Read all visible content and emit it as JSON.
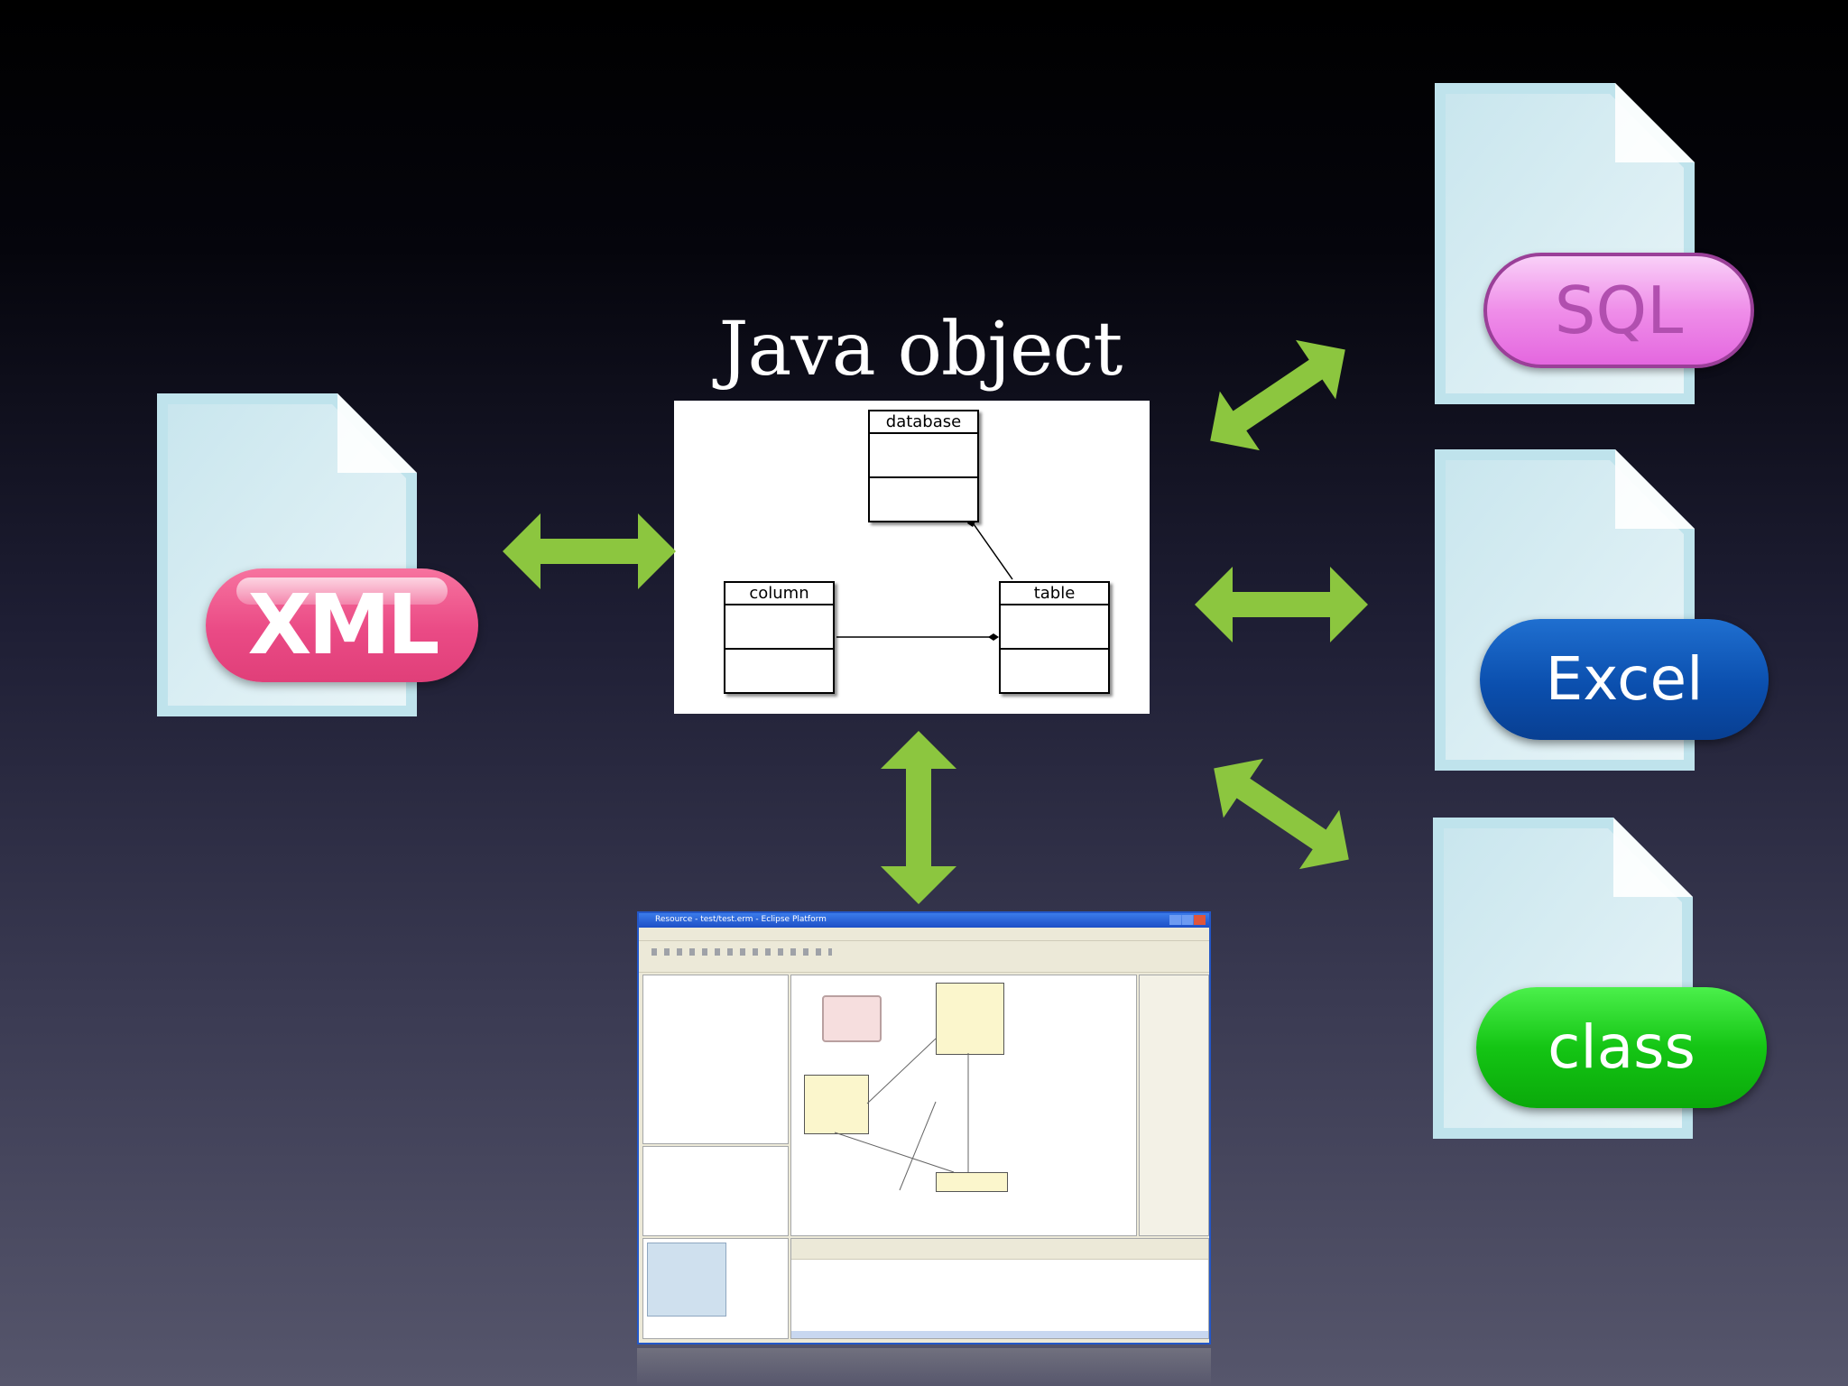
{
  "title": "Java object",
  "uml": {
    "classes": [
      {
        "id": "database",
        "name": "database"
      },
      {
        "id": "column",
        "name": "column"
      },
      {
        "id": "table",
        "name": "table"
      }
    ]
  },
  "formats": {
    "xml": "XML",
    "sql": "SQL",
    "excel": "Excel",
    "class": "class"
  },
  "colors": {
    "arrow": "#8cc63f",
    "xml": "#ea4a85",
    "sql": "#ef8ee9",
    "excel": "#0b4fae",
    "class": "#14c514",
    "document": "#d8eef3"
  },
  "screenshot": {
    "window_title": "Resource - test/test.erm - Eclipse Platform"
  }
}
